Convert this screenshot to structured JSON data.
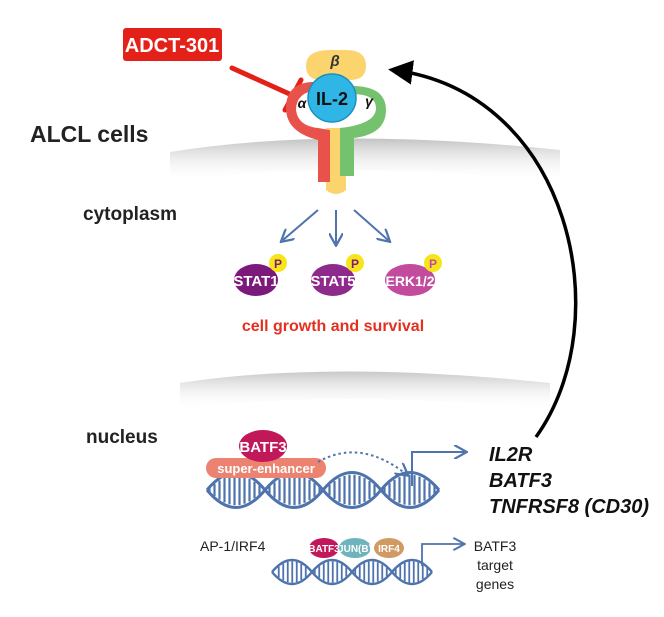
{
  "drug": {
    "label": "ADCT-301"
  },
  "receptor": {
    "beta_label": "β",
    "alpha_label": "α",
    "gamma_label": "γ",
    "ligand_label": "IL-2"
  },
  "compartments": {
    "cell_label": "ALCL cells",
    "cytoplasm_label": "cytoplasm",
    "nucleus_label": "nucleus"
  },
  "signaling": {
    "nodes": [
      {
        "label": "STAT1",
        "phospho": "P"
      },
      {
        "label": "STAT5",
        "phospho": "P"
      },
      {
        "label": "ERK1/2",
        "phospho": "P"
      }
    ],
    "outcome": "cell growth and survival"
  },
  "nucleus": {
    "batf3_label": "BATF3",
    "enhancer_label": "super-enhancer",
    "target_genes": [
      "IL2R",
      "BATF3",
      "TNFRSF8 (CD30)"
    ],
    "complex_label": "AP-1/IRF4",
    "complex_factors": [
      "BATF3",
      "JUN(B)",
      "IRF4"
    ],
    "batf3_targets": [
      "BATF3",
      "target",
      "genes"
    ]
  },
  "colors": {
    "drug_red": "#e32119",
    "alpha_red": "#e9524a",
    "beta_yellow": "#fbd46e",
    "gamma_green": "#74c26e",
    "il2_blue": "#2fb6e7",
    "stat1_purple": "#7b1a7b",
    "stat5_purple": "#8e2a8c",
    "erk_magenta": "#c24b9e",
    "phospho_yellow": "#f7e51a",
    "dna_blue": "#4e73ad",
    "outcome_red": "#e53020",
    "enhancer_salmon": "#ec8370"
  }
}
